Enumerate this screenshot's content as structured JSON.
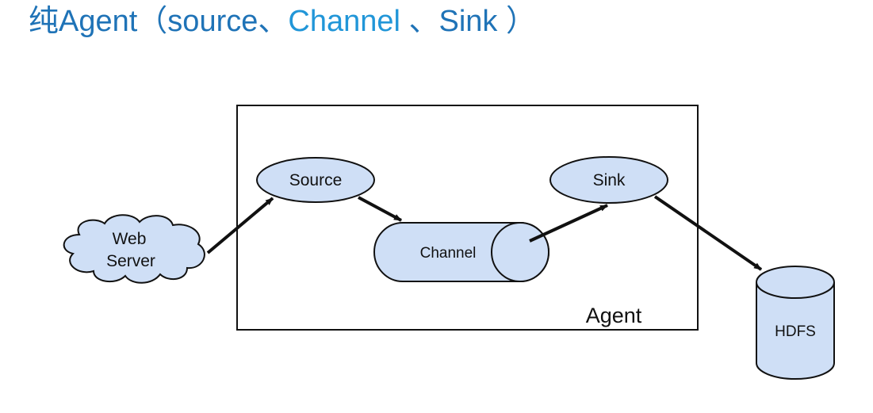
{
  "title": {
    "part1": "纯Agent（source、",
    "part2": "Channel",
    "part3": " 、Sink ）"
  },
  "colors": {
    "title_dark": "#1f73b7",
    "title_light": "#2196d8",
    "node_fill": "#cfdff6",
    "stroke": "#111111"
  },
  "diagram": {
    "web_server_line1": "Web",
    "web_server_line2": "Server",
    "source": "Source",
    "channel": "Channel",
    "sink": "Sink",
    "agent": "Agent",
    "hdfs": "HDFS"
  }
}
